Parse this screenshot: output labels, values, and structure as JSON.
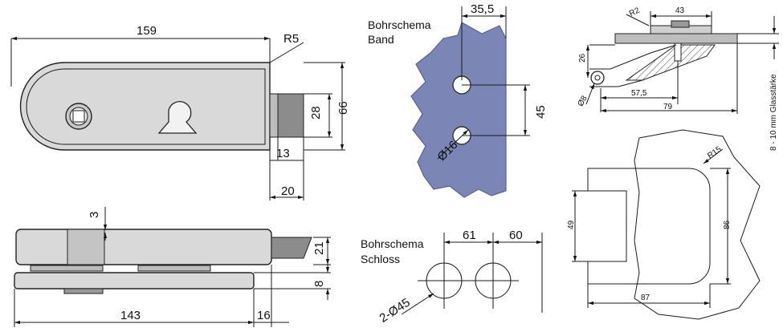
{
  "front_view": {
    "width": "159",
    "radius": "R5",
    "height": "66",
    "bolt_height": "28",
    "bolt_offset": "13",
    "bolt_length": "20"
  },
  "side_view": {
    "gap": "3",
    "thickness": "21",
    "glass": "8",
    "length": "143",
    "overhang": "16"
  },
  "band_scheme": {
    "title_line1": "Bohrschema",
    "title_line2": "Band",
    "edge_offset": "35,5",
    "hole_spacing": "45",
    "hole_diameter": "Ø16"
  },
  "lock_scheme": {
    "title_line1": "Bohrschema",
    "title_line2": "Schloss",
    "spacing": "61",
    "edge_offset": "60",
    "hole_diameter": "2-Ø45"
  },
  "hinge_detail": {
    "radius": "R2",
    "plate_width": "43",
    "height": "26",
    "pin": "Ø8",
    "offset": "57,5",
    "length": "79",
    "glass_range": "8 - 10 mm Glasstärke"
  },
  "cutout": {
    "radius": "R15",
    "depth": "49",
    "height": "86",
    "width": "87"
  }
}
